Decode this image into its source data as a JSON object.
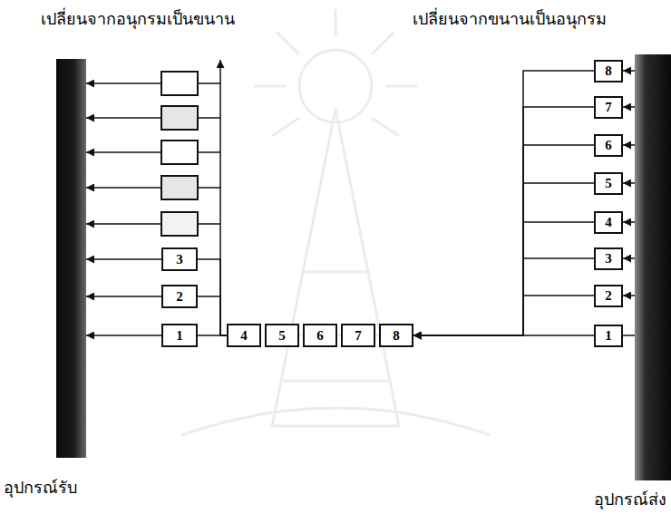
{
  "diagram": {
    "nodes": [
      {
        "text": [
          "อุปกรณ์รับ"
        ]
      },
      {
        "text": [
          "อุปกรณ์ส่ง"
        ]
      },
      {
        "text": [
          "3"
        ]
      },
      {
        "text": [
          "2"
        ]
      },
      {
        "text": [
          "1"
        ]
      },
      {
        "text": [
          "4"
        ]
      },
      {
        "text": [
          "5"
        ]
      },
      {
        "text": [
          "6"
        ]
      },
      {
        "text": [
          "7"
        ]
      },
      {
        "text": [
          "8"
        ]
      },
      {
        "text": [
          "8"
        ]
      },
      {
        "text": [
          "7"
        ]
      },
      {
        "text": [
          "6"
        ]
      },
      {
        "text": [
          "5"
        ]
      },
      {
        "text": [
          "4"
        ]
      },
      {
        "text": [
          "3"
        ]
      },
      {
        "text": [
          "2"
        ]
      },
      {
        "text": [
          "1"
        ]
      }
    ],
    "edges": [
      {
        "from": 2,
        "to": 0,
        "arrow": "to"
      },
      {
        "from": 3,
        "to": 0,
        "arrow": "to"
      },
      {
        "from": 4,
        "to": 0,
        "arrow": "to"
      },
      {
        "from": 5,
        "to": 2,
        "arrow": "none"
      },
      {
        "from": 5,
        "to": 3,
        "arrow": "none"
      },
      {
        "from": 5,
        "to": 4,
        "arrow": "none"
      },
      {
        "from": 1,
        "to": 10,
        "arrow": "to"
      },
      {
        "from": 1,
        "to": 11,
        "arrow": "to"
      },
      {
        "from": 1,
        "to": 12,
        "arrow": "to"
      },
      {
        "from": 1,
        "to": 13,
        "arrow": "to"
      },
      {
        "from": 1,
        "to": 14,
        "arrow": "to"
      },
      {
        "from": 1,
        "to": 15,
        "arrow": "to"
      },
      {
        "from": 1,
        "to": 16,
        "arrow": "to"
      },
      {
        "from": 1,
        "to": 17,
        "arrow": "none"
      },
      {
        "from": 10,
        "to": 9,
        "arrow": "to"
      },
      {
        "from": 11,
        "to": 9,
        "arrow": "to"
      },
      {
        "from": 12,
        "to": 9,
        "arrow": "to"
      },
      {
        "from": 13,
        "to": 9,
        "arrow": "to"
      },
      {
        "from": 14,
        "to": 9,
        "arrow": "to"
      },
      {
        "from": 15,
        "to": 9,
        "arrow": "to"
      },
      {
        "from": 16,
        "to": 9,
        "arrow": "to"
      },
      {
        "from": 17,
        "to": 9,
        "arrow": "to"
      }
    ],
    "labels": [
      "เปลี่ยนจากอนุกรมเป็นขนาน",
      "เปลี่ยนจากขนานเป็นอนุกรม"
    ]
  }
}
